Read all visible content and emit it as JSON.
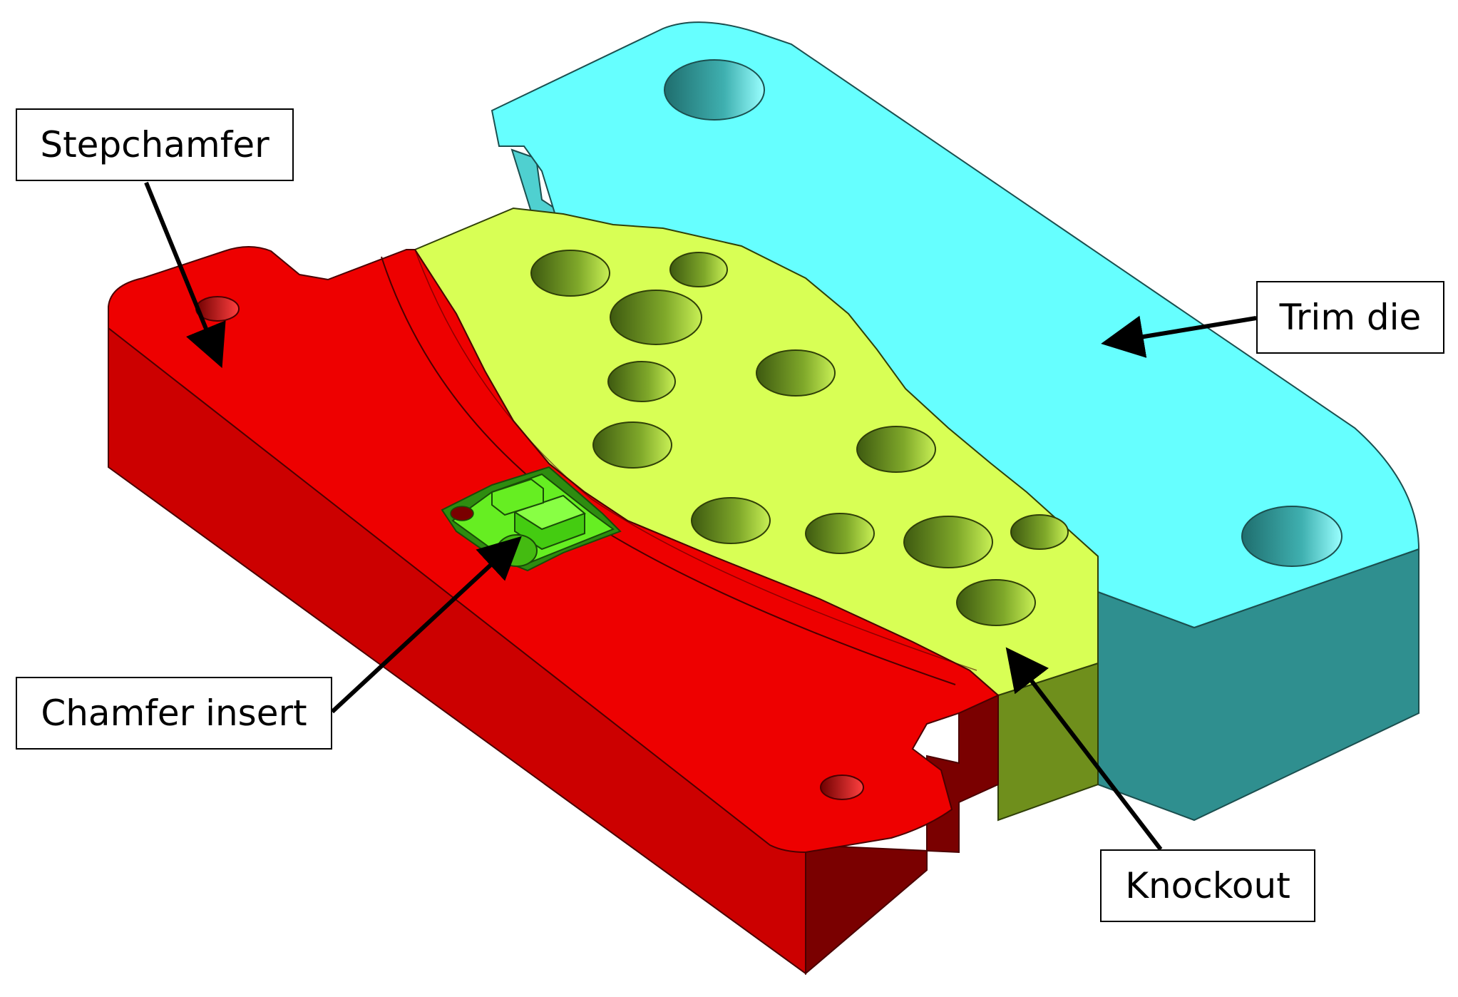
{
  "labels": {
    "stepchamfer": "Stepchamfer",
    "trim_die": "Trim die",
    "chamfer_insert": "Chamfer insert",
    "knockout": "Knockout"
  },
  "colors": {
    "stepchamfer_top": "#ee0000",
    "stepchamfer_side": "#cc0000",
    "trim_die_top": "#66ffff",
    "trim_die_side": "#2f8f8f",
    "knockout_top": "#d8ff55",
    "knockout_side": "#7a9a20",
    "chamfer_insert": "#66ee22",
    "arrow": "#000000"
  }
}
